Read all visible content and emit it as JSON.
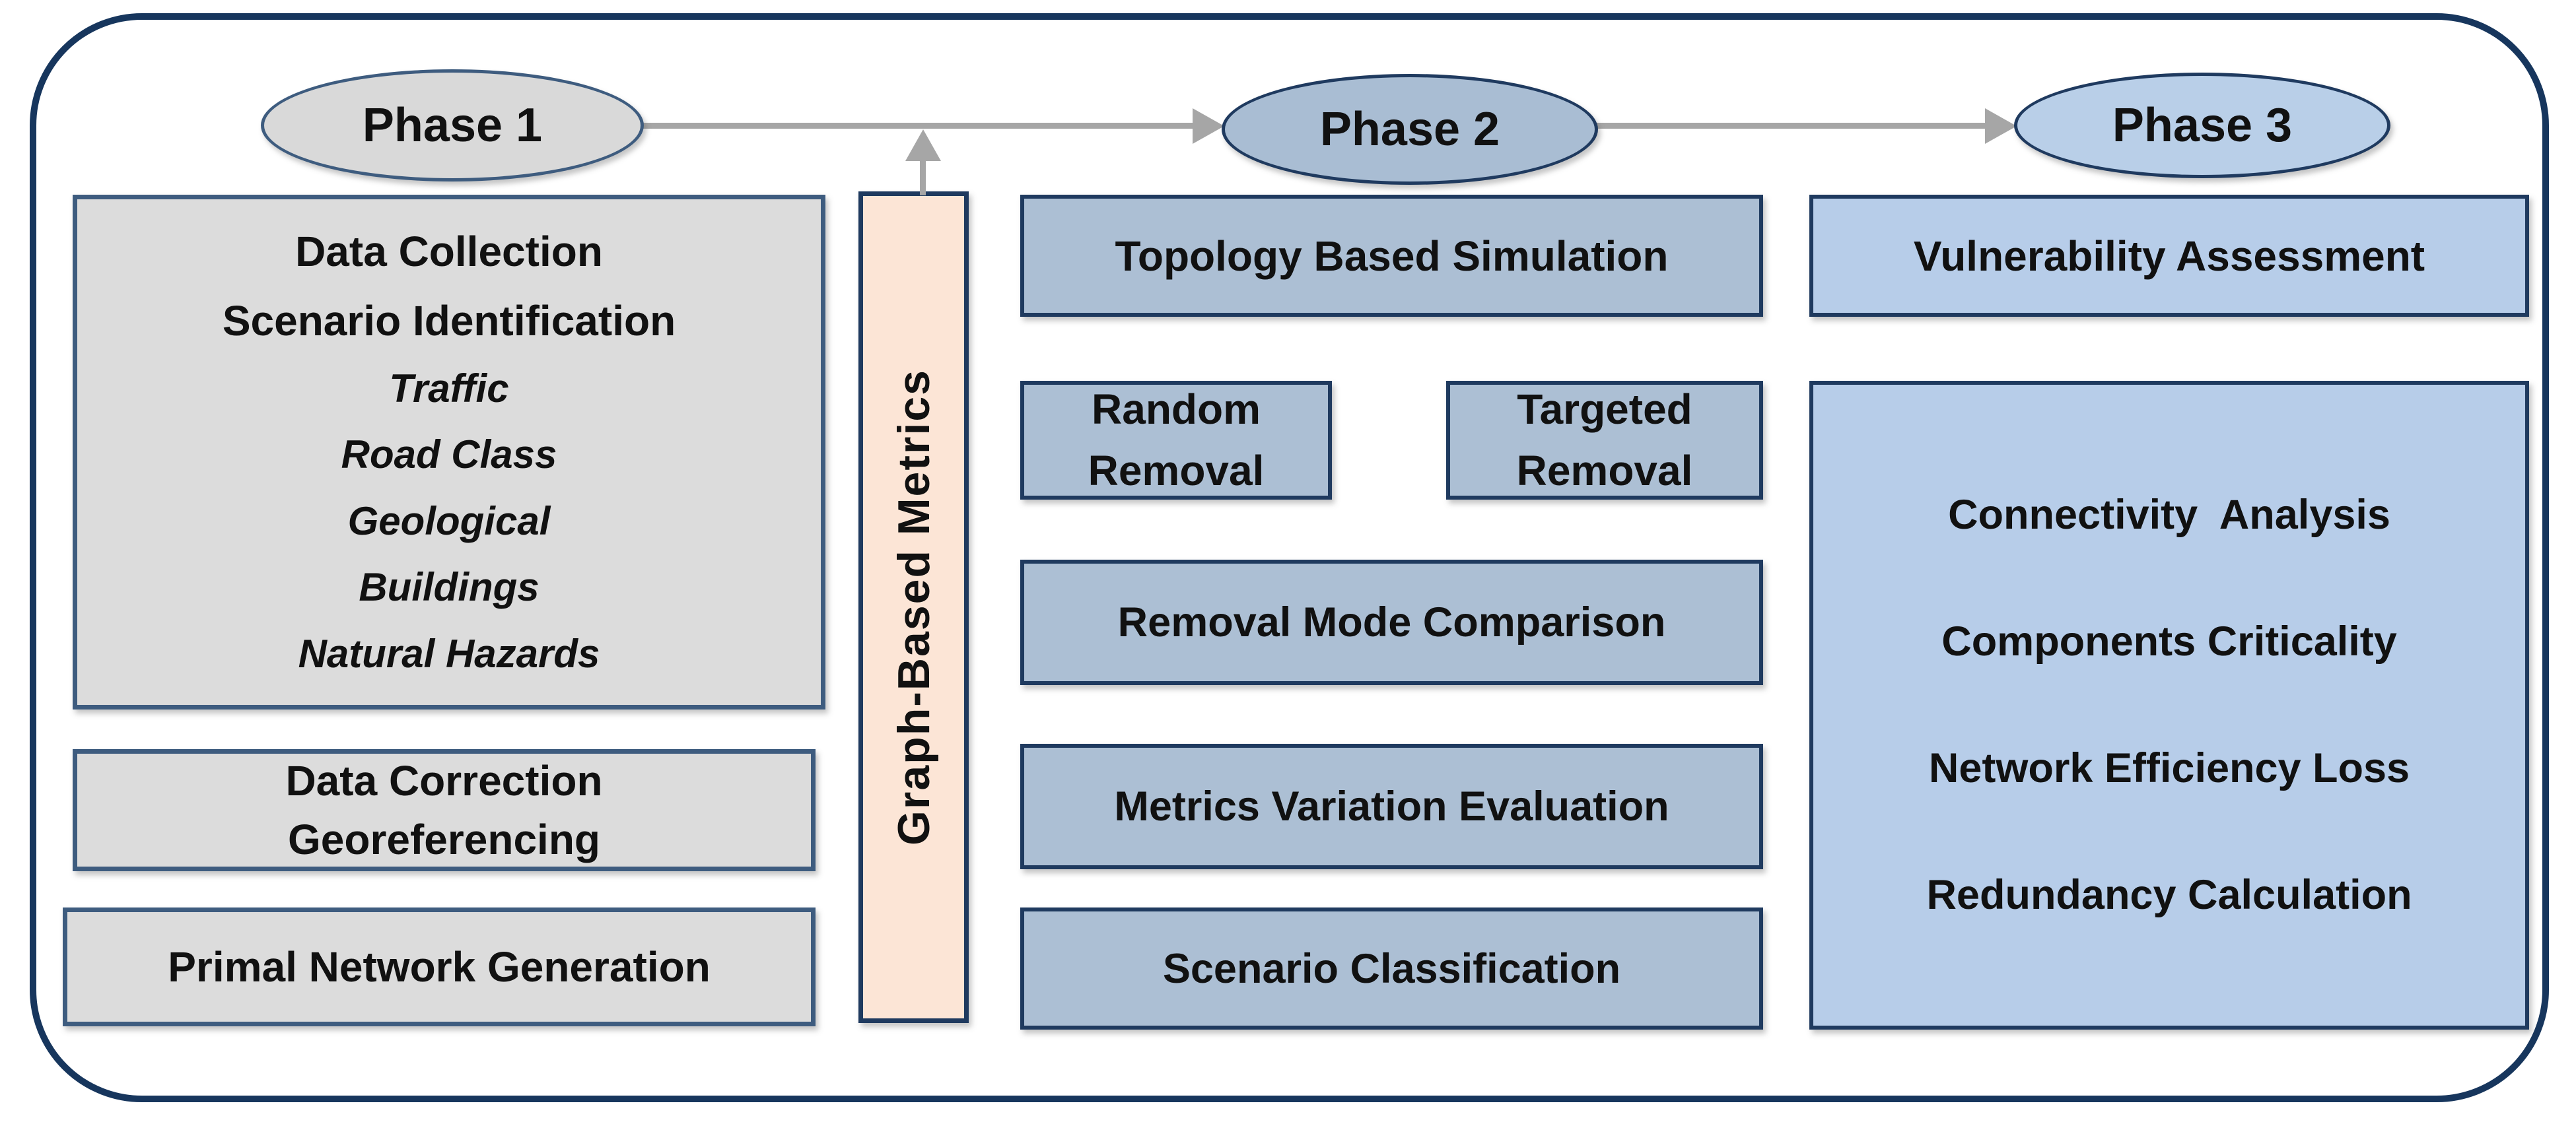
{
  "phases": [
    {
      "label": "Phase 1"
    },
    {
      "label": "Phase 2"
    },
    {
      "label": "Phase 3"
    }
  ],
  "phase1_column": {
    "data_box": {
      "lines": [
        {
          "text": "Data Collection",
          "style": "bold"
        },
        {
          "text": "Scenario Identification",
          "style": "bold"
        },
        {
          "text": "Traffic",
          "style": "italic"
        },
        {
          "text": "Road Class",
          "style": "italic"
        },
        {
          "text": "Geological",
          "style": "italic"
        },
        {
          "text": "Buildings",
          "style": "italic"
        },
        {
          "text": "Natural Hazards",
          "style": "italic"
        }
      ]
    },
    "correction_box": {
      "lines": [
        {
          "text": "Data Correction"
        },
        {
          "text": "Georeferencing"
        }
      ]
    },
    "primal_box": {
      "label": "Primal Network Generation"
    }
  },
  "metrics_bar": {
    "label": "Graph-Based Metrics"
  },
  "phase2_column": {
    "topology_box": {
      "label": "Topology Based Simulation"
    },
    "random_box": {
      "lines": [
        {
          "text": "Random"
        },
        {
          "text": "Removal"
        }
      ]
    },
    "targeted_box": {
      "lines": [
        {
          "text": "Targeted"
        },
        {
          "text": "Removal"
        }
      ]
    },
    "comparison_box": {
      "label": "Removal Mode Comparison"
    },
    "variation_box": {
      "label": "Metrics Variation Evaluation"
    },
    "classification_box": {
      "label": "Scenario Classification"
    }
  },
  "phase3_column": {
    "vulnerability_box": {
      "label": "Vulnerability Assessment"
    },
    "analysis_box": {
      "lines": [
        {
          "text": "Connectivity  Analysis"
        },
        {
          "text": "Components Criticality"
        },
        {
          "text": "Network Efficiency Loss"
        },
        {
          "text": "Redundancy Calculation"
        }
      ]
    }
  },
  "colors": {
    "outer_border": "#17365d",
    "gray_fill": "#dcdcdc",
    "gray_border": "#3e5c7f",
    "mid_fill": "#acbfd4",
    "right_fill": "#b7cde9",
    "peach_fill": "#fce5d6",
    "box_border": "#1f3a5f",
    "arrow": "#a6a6a6",
    "p1_ellipse": "#d9d9d9",
    "p2_ellipse": "#a9bdd3",
    "p3_ellipse": "#b9cfe8",
    "text": "#111111"
  }
}
